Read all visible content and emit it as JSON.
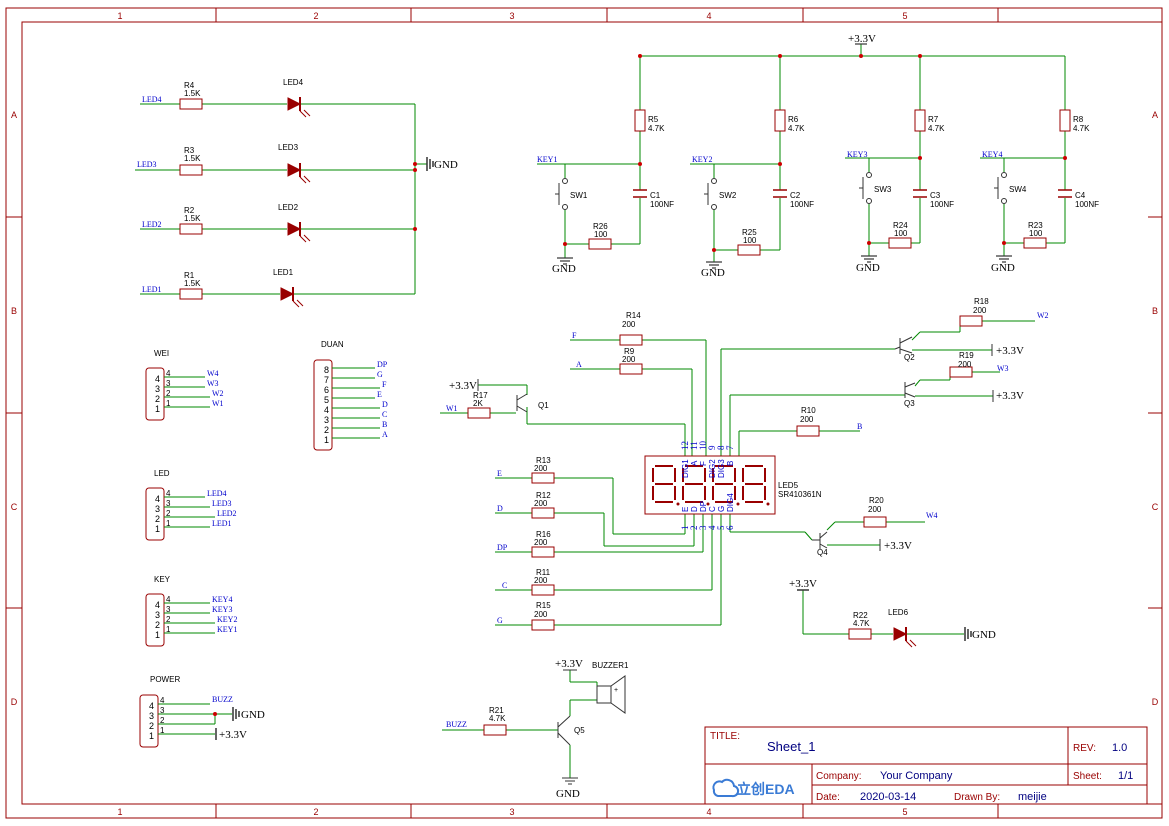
{
  "frame": {
    "columns": [
      "1",
      "2",
      "3",
      "4",
      "5"
    ],
    "rows": [
      "A",
      "B",
      "C",
      "D"
    ]
  },
  "power_labels": {
    "vcc": "+3.3V",
    "gnd": "GND"
  },
  "leds_block": {
    "nets": [
      "LED4",
      "LED3",
      "LED2",
      "LED1"
    ],
    "resistors": [
      {
        "ref": "R4",
        "value": "1.5K"
      },
      {
        "ref": "R3",
        "value": "1.5K"
      },
      {
        "ref": "R2",
        "value": "1.5K"
      },
      {
        "ref": "R1",
        "value": "1.5K"
      }
    ],
    "diodes": [
      "LED4",
      "LED3",
      "LED2",
      "LED1"
    ]
  },
  "keys_block": {
    "nets": [
      "KEY1",
      "KEY2",
      "KEY3",
      "KEY4"
    ],
    "pullups": [
      {
        "ref": "R5",
        "value": "4.7K"
      },
      {
        "ref": "R6",
        "value": "4.7K"
      },
      {
        "ref": "R7",
        "value": "4.7K"
      },
      {
        "ref": "R8",
        "value": "4.7K"
      }
    ],
    "switches": [
      "SW1",
      "SW2",
      "SW3",
      "SW4"
    ],
    "caps": [
      {
        "ref": "C1",
        "value": "100NF"
      },
      {
        "ref": "C2",
        "value": "100NF"
      },
      {
        "ref": "C3",
        "value": "100NF"
      },
      {
        "ref": "C4",
        "value": "100NF"
      }
    ],
    "series": [
      {
        "ref": "R26",
        "value": "100"
      },
      {
        "ref": "R25",
        "value": "100"
      },
      {
        "ref": "R24",
        "value": "100"
      },
      {
        "ref": "R23",
        "value": "100"
      }
    ]
  },
  "connectors": {
    "wei": {
      "title": "WEI",
      "pins": [
        "4",
        "3",
        "2",
        "1"
      ],
      "nets": [
        "W4",
        "W3",
        "W2",
        "W1"
      ]
    },
    "duan": {
      "title": "DUAN",
      "pins": [
        "8",
        "7",
        "6",
        "5",
        "4",
        "3",
        "2",
        "1"
      ],
      "nets": [
        "DP",
        "G",
        "F",
        "E",
        "D",
        "C",
        "B",
        "A"
      ]
    },
    "led": {
      "title": "LED",
      "pins": [
        "4",
        "3",
        "2",
        "1"
      ],
      "nets": [
        "LED4",
        "LED3",
        "LED2",
        "LED1"
      ]
    },
    "key": {
      "title": "KEY",
      "pins": [
        "4",
        "3",
        "2",
        "1"
      ],
      "nets": [
        "KEY4",
        "KEY3",
        "KEY2",
        "KEY1"
      ]
    },
    "power": {
      "title": "POWER",
      "pins": [
        "4",
        "3",
        "2",
        "1"
      ],
      "nets": [
        "BUZZ",
        "GND",
        "+3.3V"
      ]
    }
  },
  "display": {
    "ref": "LED5",
    "part": "SR410361N",
    "top_pins": [
      "12",
      "11",
      "10",
      "9",
      "8",
      "7"
    ],
    "top_names": [
      "DIG1",
      "A",
      "F",
      "DIG2",
      "DIG3",
      "B"
    ],
    "bottom_pins": [
      "1",
      "2",
      "3",
      "4",
      "5",
      "6"
    ],
    "bottom_names": [
      "E",
      "D",
      "DP",
      "C",
      "G",
      "DIG4"
    ],
    "segment_resistors": [
      {
        "ref": "R14",
        "value": "200",
        "net": "F"
      },
      {
        "ref": "R9",
        "value": "200",
        "net": "A"
      },
      {
        "ref": "R13",
        "value": "200",
        "net": "E"
      },
      {
        "ref": "R12",
        "value": "200",
        "net": "D"
      },
      {
        "ref": "R16",
        "value": "200",
        "net": "DP"
      },
      {
        "ref": "R11",
        "value": "200",
        "net": "C"
      },
      {
        "ref": "R15",
        "value": "200",
        "net": "G"
      },
      {
        "ref": "R10",
        "value": "200",
        "net": "B"
      }
    ]
  },
  "transistors": [
    {
      "ref": "Q1",
      "base_res": "R17",
      "base_val": "2K",
      "net": "W1"
    },
    {
      "ref": "Q2",
      "base_res": "R18",
      "base_val": "200",
      "net": "W2"
    },
    {
      "ref": "Q3",
      "base_res": "R19",
      "base_val": "200",
      "net": "W3"
    },
    {
      "ref": "Q4",
      "base_res": "R20",
      "base_val": "200",
      "net": "W4"
    }
  ],
  "power_led": {
    "res": "R22",
    "value": "4.7K",
    "led": "LED6"
  },
  "buzzer": {
    "ref": "BUZZER1",
    "res": "R21",
    "value": "4.7K",
    "q": "Q5",
    "net": "BUZZ"
  },
  "title_block": {
    "title_label": "TITLE:",
    "title": "Sheet_1",
    "rev_label": "REV:",
    "rev": "1.0",
    "company_label": "Company:",
    "company": "Your Company",
    "sheet_label": "Sheet:",
    "sheet": "1/1",
    "date_label": "Date:",
    "date": "2020-03-14",
    "drawn_label": "Drawn By:",
    "drawn": "meijie",
    "logo_text": "立创EDA"
  },
  "colors": {
    "frame": "#990000",
    "wire": "#008800",
    "net_label": "#0000cc",
    "title_text": "#000080"
  }
}
